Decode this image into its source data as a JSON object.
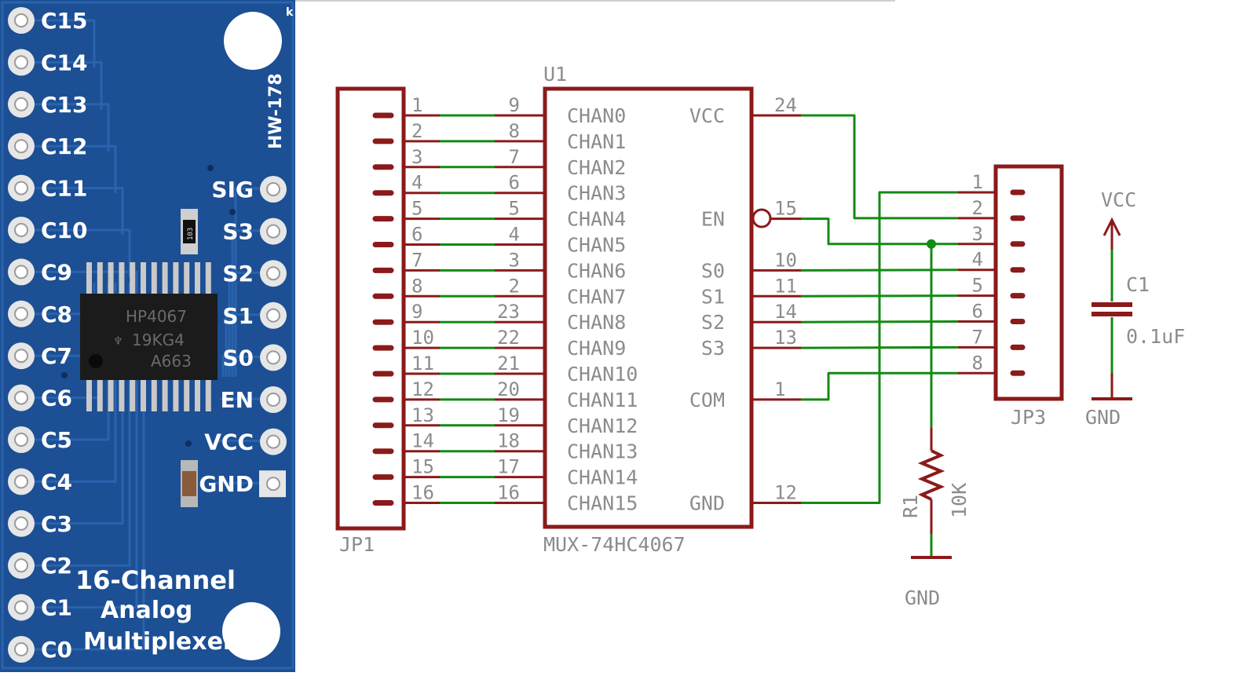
{
  "board": {
    "model": "HW-178",
    "chip_lines": [
      "HP4067",
      "19KG4",
      "A663"
    ],
    "resistor_code": "103",
    "title_lines": [
      "16-Channel",
      "Analog",
      "Multiplexer"
    ],
    "left_pins": [
      "C15",
      "C14",
      "C13",
      "C12",
      "C11",
      "C10",
      "C9",
      "C8",
      "C7",
      "C6",
      "C5",
      "C4",
      "C3",
      "C2",
      "C1",
      "C0"
    ],
    "right_pins": [
      "SIG",
      "S3",
      "S2",
      "S1",
      "S0",
      "EN",
      "VCC",
      "GND"
    ],
    "colors": {
      "pcb": "#1c4f94",
      "pad": "#e6e6e6"
    }
  },
  "schematic": {
    "u1": {
      "ref": "U1",
      "value": "MUX-74HC4067",
      "left_pins": [
        {
          "name": "CHAN0",
          "num": "9"
        },
        {
          "name": "CHAN1",
          "num": "8"
        },
        {
          "name": "CHAN2",
          "num": "7"
        },
        {
          "name": "CHAN3",
          "num": "6"
        },
        {
          "name": "CHAN4",
          "num": "5"
        },
        {
          "name": "CHAN5",
          "num": "4"
        },
        {
          "name": "CHAN6",
          "num": "3"
        },
        {
          "name": "CHAN7",
          "num": "2"
        },
        {
          "name": "CHAN8",
          "num": "23"
        },
        {
          "name": "CHAN9",
          "num": "22"
        },
        {
          "name": "CHAN10",
          "num": "21"
        },
        {
          "name": "CHAN11",
          "num": "20"
        },
        {
          "name": "CHAN12",
          "num": "19"
        },
        {
          "name": "CHAN13",
          "num": "18"
        },
        {
          "name": "CHAN14",
          "num": "17"
        },
        {
          "name": "CHAN15",
          "num": "16"
        }
      ],
      "right_pins": [
        {
          "name": "VCC",
          "num": "24",
          "row": 0
        },
        {
          "name": "EN",
          "num": "15",
          "row": 4
        },
        {
          "name": "S0",
          "num": "10",
          "row": 6
        },
        {
          "name": "S1",
          "num": "11",
          "row": 7
        },
        {
          "name": "S2",
          "num": "14",
          "row": 8
        },
        {
          "name": "S3",
          "num": "13",
          "row": 9
        },
        {
          "name": "COM",
          "num": "1",
          "row": 11
        },
        {
          "name": "GND",
          "num": "12",
          "row": 15
        }
      ]
    },
    "jp1": {
      "ref": "JP1",
      "pins": [
        "1",
        "2",
        "3",
        "4",
        "5",
        "6",
        "7",
        "8",
        "9",
        "10",
        "11",
        "12",
        "13",
        "14",
        "15",
        "16"
      ]
    },
    "jp3": {
      "ref": "JP3",
      "pins": [
        "1",
        "2",
        "3",
        "4",
        "5",
        "6",
        "7",
        "8"
      ]
    },
    "r1": {
      "ref": "R1",
      "value": "10K",
      "gnd": "GND"
    },
    "c1": {
      "ref": "C1",
      "value": "0.1uF",
      "vcc": "VCC",
      "gnd": "GND"
    },
    "colors": {
      "part": "#8b1a1a",
      "net": "#138a13",
      "text": "#8c8c8c"
    }
  }
}
